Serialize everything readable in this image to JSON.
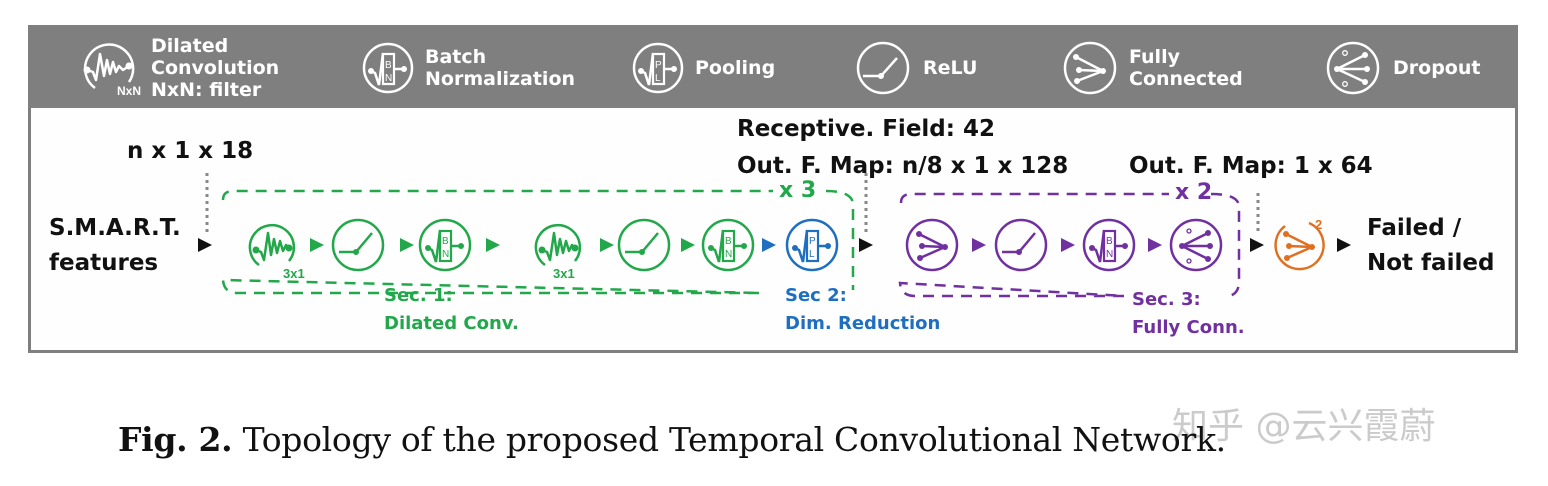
{
  "legend": {
    "items": [
      {
        "icon": "dilated-convolution-icon",
        "label": "Dilated\nConvolution\nNxN: filter",
        "icon_sub": "NxN"
      },
      {
        "icon": "batch-normalization-icon",
        "label": "Batch\nNormalization",
        "icon_text": [
          "B",
          "N"
        ]
      },
      {
        "icon": "pooling-icon",
        "label": "Pooling",
        "icon_text": [
          "P",
          "L"
        ]
      },
      {
        "icon": "relu-icon",
        "label": "ReLU"
      },
      {
        "icon": "fully-connected-icon",
        "label": "Fully\nConnected"
      },
      {
        "icon": "dropout-icon",
        "label": "Dropout"
      }
    ],
    "background": "#7f7f7f",
    "text_color": "#ffffff"
  },
  "diagram": {
    "input_label": "S.M.A.R.T.\nfeatures",
    "input_shape": "n x 1 x 18",
    "receptive_field": "Receptive. Field: 42",
    "out_map_1": "Out. F. Map: n/8 x 1 x 128",
    "out_map_2": "Out. F. Map: 1 x 64",
    "output_label": "Failed /\nNot failed",
    "sections": [
      {
        "name": "Sec. 1:\nDilated Conv.",
        "color": "#22a84a",
        "repeat": "x 3",
        "blocks": [
          "dilated-conv 3x1",
          "relu",
          "batch-norm",
          "dilated-conv 3x1",
          "relu",
          "batch-norm"
        ]
      },
      {
        "name": "Sec 2:\nDim. Reduction",
        "color": "#1f6fc0",
        "blocks": [
          "pooling"
        ]
      },
      {
        "name": "Sec. 3:\nFully Conn.",
        "color": "#7030a0",
        "repeat": "x 2",
        "blocks": [
          "fully-connected",
          "relu",
          "batch-norm",
          "dropout"
        ]
      }
    ],
    "final_block": {
      "type": "fully-connected",
      "superscript": "2",
      "color": "#e07020"
    },
    "conv_filter_label": "3x1"
  },
  "caption": {
    "prefix": "Fig. 2.",
    "text": " Topology of the proposed Temporal Convolutional Network."
  },
  "watermark": "知乎 @云兴霞蔚"
}
